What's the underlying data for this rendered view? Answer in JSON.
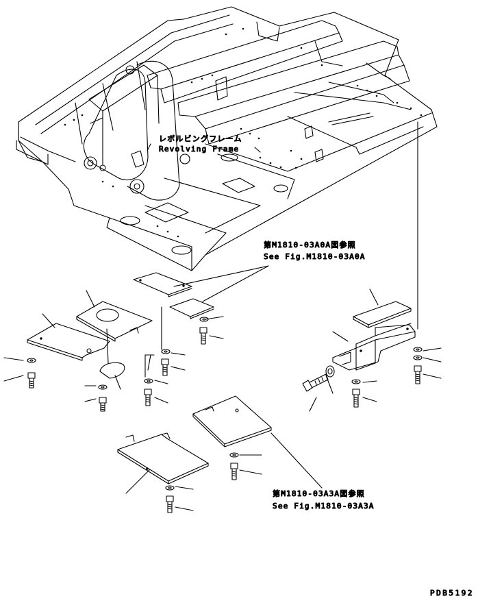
{
  "callouts": {
    "frame_jp": "レボルビングフレーム",
    "frame_en": "Revolving Frame",
    "ref_top_jp": "第M1810-03A0A図参照",
    "ref_top_en": "See Fig.M1810-03A0A",
    "ref_bottom_jp": "第M1810-03A3A図参照",
    "ref_bottom_en": "See Fig.M1810-03A3A"
  },
  "drawing_code": "PDB5192"
}
